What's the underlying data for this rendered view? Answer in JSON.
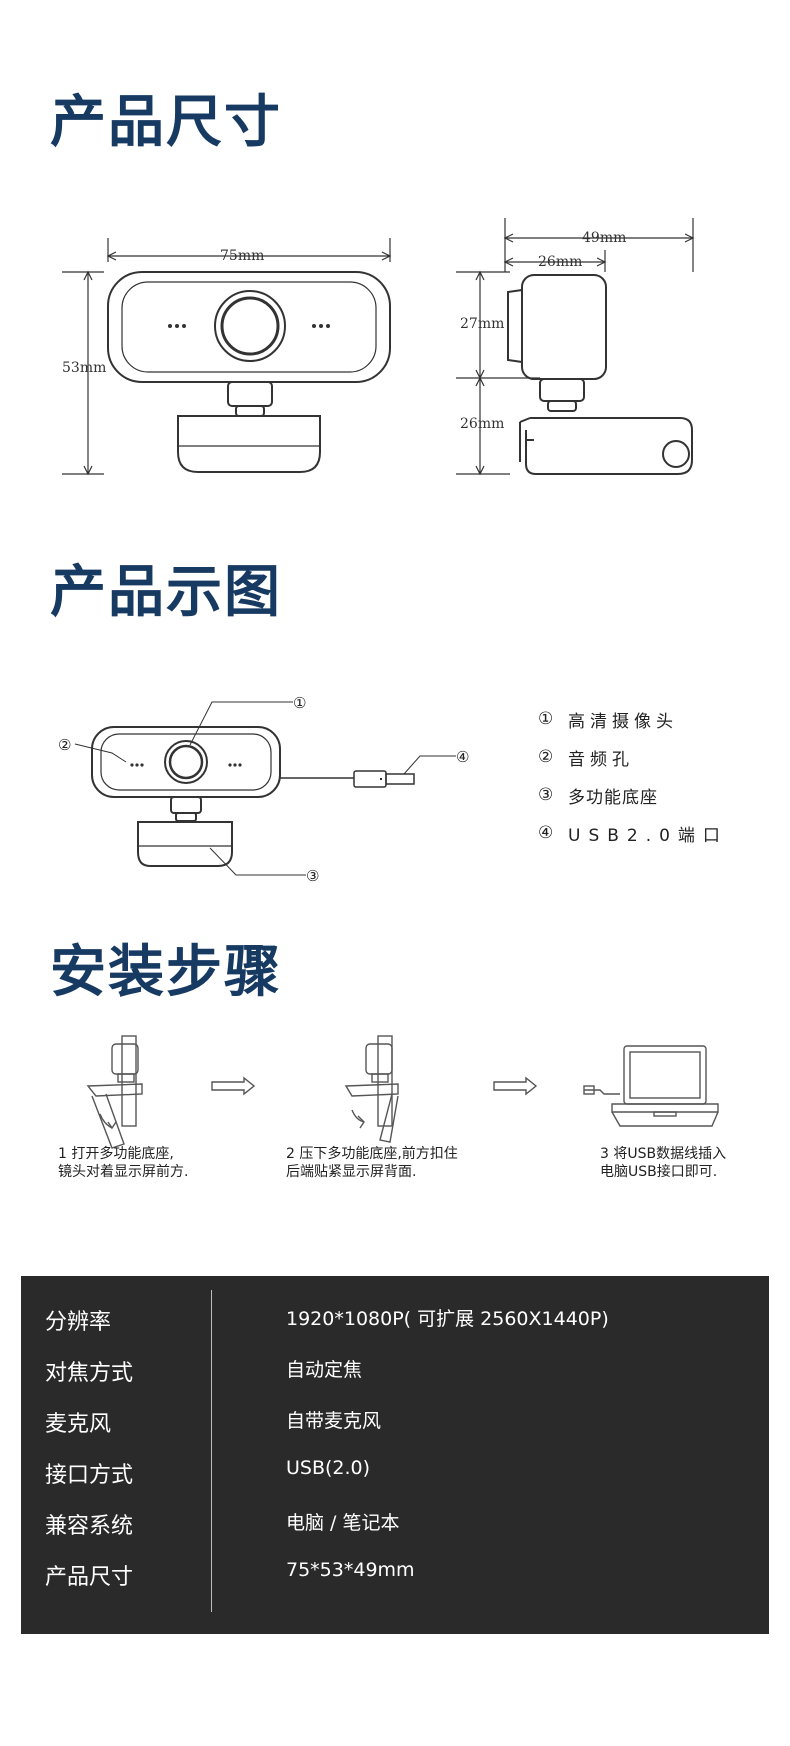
{
  "sections": {
    "dimensions_title": "产品尺寸",
    "diagram_title": "产品示图",
    "install_title": "安装步骤"
  },
  "dimensions": {
    "front_width": "75mm",
    "front_height": "53mm",
    "side_total_depth": "49mm",
    "side_camera_depth": "26mm",
    "side_camera_height": "27mm",
    "side_base_height": "26mm"
  },
  "diagram": {
    "callouts": [
      "①",
      "②",
      "③",
      "④"
    ],
    "legend": [
      {
        "num": "①",
        "label": "高清摄像头"
      },
      {
        "num": "②",
        "label": "音频孔"
      },
      {
        "num": "③",
        "label": "多功能底座"
      },
      {
        "num": "④",
        "label": "USB2.0端口"
      }
    ]
  },
  "install_steps": [
    {
      "line1": "1  打开多功能底座,",
      "line2": "镜头对着显示屏前方."
    },
    {
      "line1": "2  压下多功能底座,前方扣住",
      "line2": "后端贴紧显示屏背面."
    },
    {
      "line1": "3  将USB数据线插入",
      "line2": "电脑USB接口即可."
    }
  ],
  "specs": [
    {
      "label": "分辨率",
      "value": "1920*1080P( 可扩展 2560X1440P)"
    },
    {
      "label": "对焦方式",
      "value": "自动定焦"
    },
    {
      "label": "麦克风",
      "value": "自带麦克风"
    },
    {
      "label": "接口方式",
      "value": "USB(2.0)"
    },
    {
      "label": "兼容系统",
      "value": "电脑 / 笔记本"
    },
    {
      "label": "产品尺寸",
      "value": "75*53*49mm"
    }
  ],
  "colors": {
    "title": "#173a63",
    "panel_bg": "#2a2a2a",
    "line": "#333333"
  }
}
